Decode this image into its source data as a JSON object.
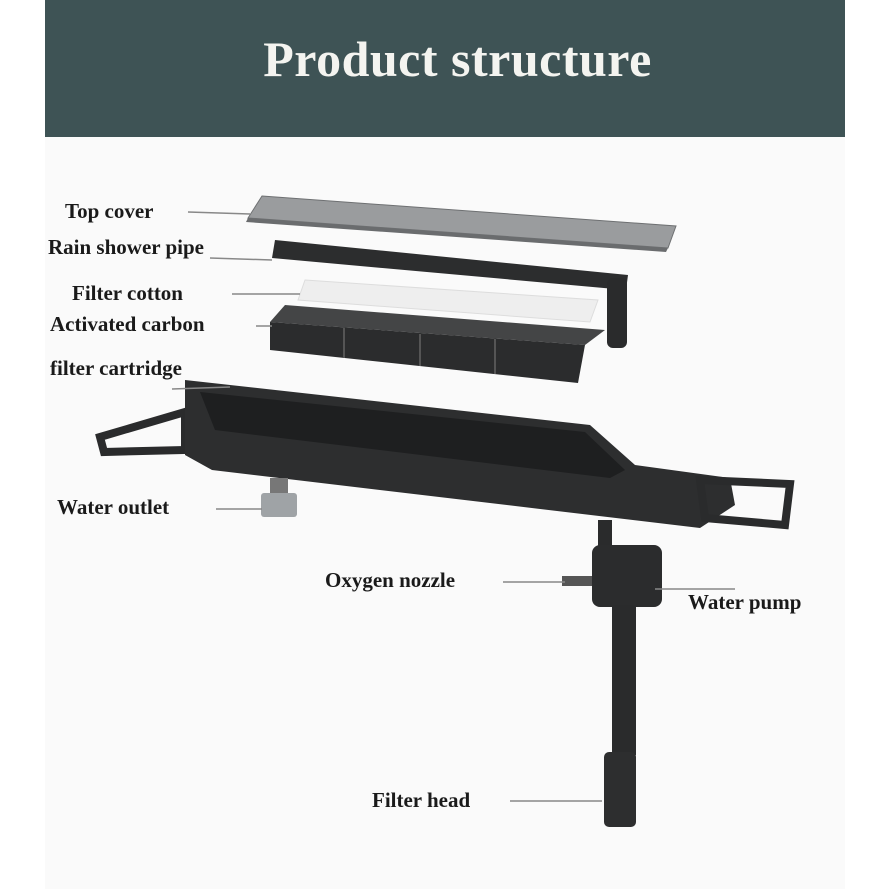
{
  "header": {
    "title": "Product structure"
  },
  "labels": {
    "top_cover": "Top cover",
    "rain_shower_pipe": "Rain shower pipe",
    "filter_cotton": "Filter cotton",
    "activated_carbon": "Activated carbon",
    "filter_cartridge": "filter cartridge",
    "water_outlet": "Water outlet",
    "oxygen_nozzle": "Oxygen nozzle",
    "water_pump": "Water pump",
    "filter_head": "Filter head"
  },
  "colors": {
    "header_bg": "#3e5355",
    "title": "#f4f4f0",
    "leader_line": "#888888"
  }
}
